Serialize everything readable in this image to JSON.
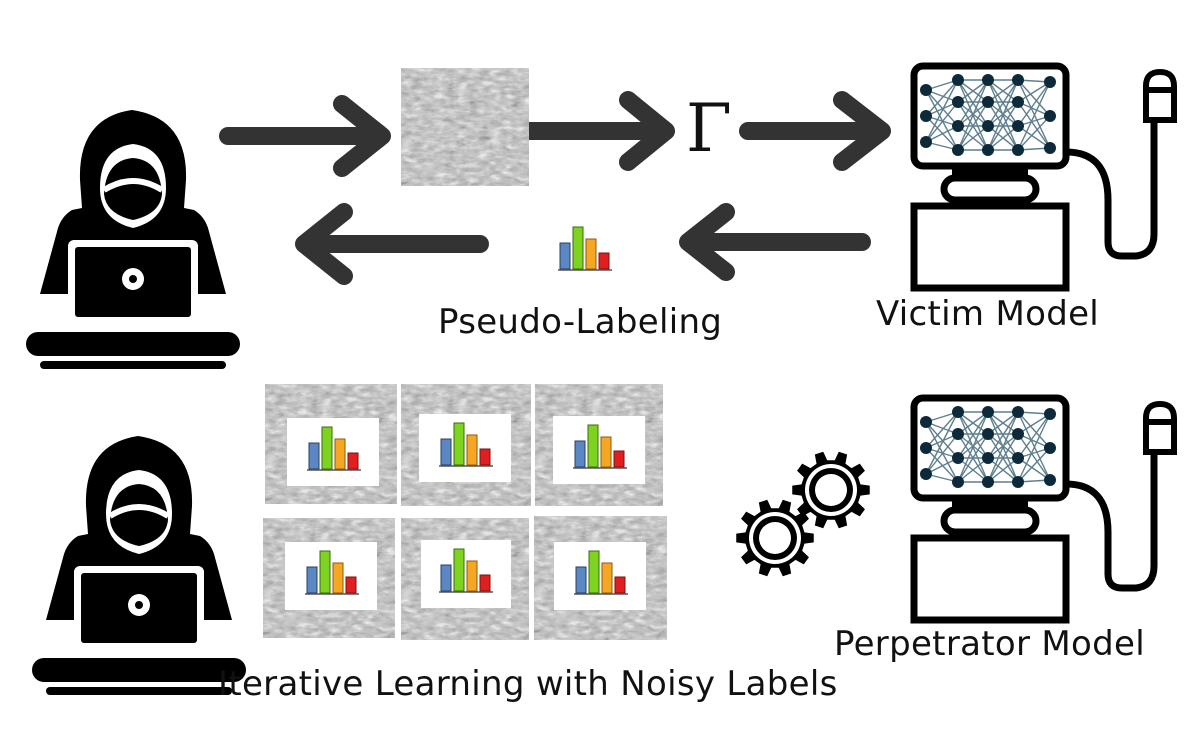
{
  "labels": {
    "pseudo_labeling": "Pseudo-Labeling",
    "victim_model": "Victim Model",
    "perpetrator_model": "Perpetrator Model",
    "iterative_learning": "Iterative Learning with Noisy Labels",
    "gamma_symbol": "Γ"
  },
  "icons": {
    "attacker": "hooded-hacker-with-laptop-icon",
    "victim": "neural-network-computer-with-ultrasound-probe-icon",
    "perpetrator": "neural-network-computer-with-ultrasound-probe-icon",
    "label_chart": "bar-chart-icon",
    "gears": "gears-icon",
    "arrow": "arrow-icon"
  },
  "colors": {
    "arrow": "#333333",
    "icon": "#000000",
    "network_node": "#0d2a3a",
    "bar_blue": "#5b87c5",
    "bar_green": "#7ed321",
    "bar_orange": "#f5a623",
    "bar_red": "#e02020",
    "noise_base": "#b3b3b3"
  }
}
